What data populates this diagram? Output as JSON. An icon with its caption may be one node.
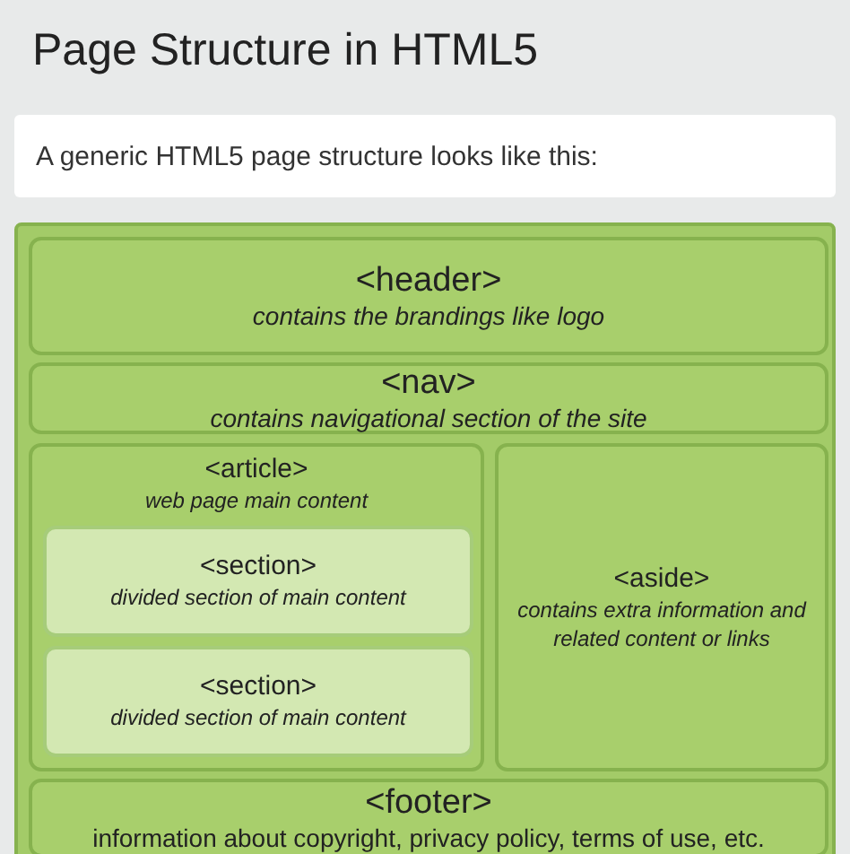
{
  "diagram": {
    "title": "Page Structure in HTML5",
    "nodes": [
      {
        "text": [],
        "shape": "box"
      },
      {
        "text": [
          "<header>",
          "contains the brandings like logo"
        ],
        "in": 0
      },
      {
        "text": [
          "<nav>",
          "contains navigational section of the site"
        ],
        "in": 0
      },
      {
        "text": [
          "<article>",
          "web page main content"
        ],
        "in": 0
      },
      {
        "text": [
          "<section>",
          "divided section of main content"
        ],
        "in": 3
      },
      {
        "text": [
          "<section>",
          "divided section of main content"
        ],
        "in": 3
      },
      {
        "text": [
          "<aside>",
          "contains extra information and related content or links"
        ],
        "in": 0
      },
      {
        "text": [
          "<footer>",
          "information about copyright, privacy policy, terms of use, etc."
        ],
        "in": 0
      }
    ],
    "labels": [
      "A generic HTML5 page structure looks like this:"
    ]
  }
}
